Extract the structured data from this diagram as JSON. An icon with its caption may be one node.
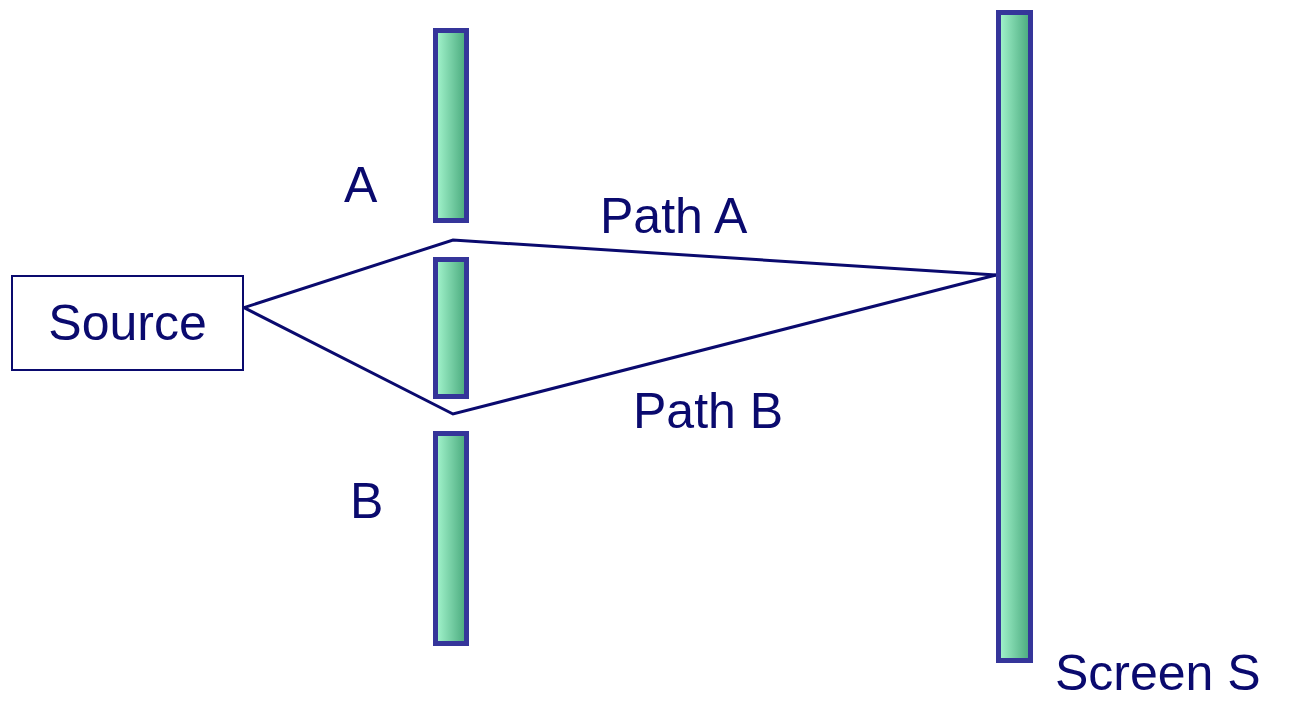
{
  "diagram": {
    "nodes": [
      {
        "text": [
          "Source"
        ]
      },
      {
        "text": [],
        "shape": "bar"
      },
      {
        "text": [],
        "shape": "bar"
      },
      {
        "text": [],
        "shape": "bar"
      },
      {
        "text": [],
        "shape": "bar",
        "beside": [
          "Screen S"
        ]
      }
    ],
    "edges": [
      {
        "from": 0,
        "to": 4,
        "arrow": "none",
        "label": "Path A"
      },
      {
        "from": 0,
        "to": 4,
        "arrow": "none",
        "label": "Path B"
      }
    ],
    "labels": [
      "A",
      "B"
    ]
  }
}
